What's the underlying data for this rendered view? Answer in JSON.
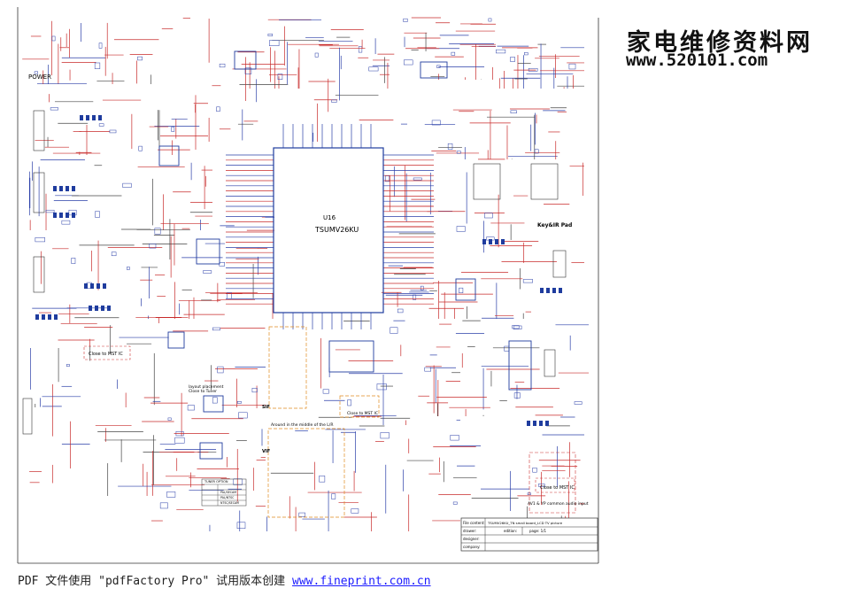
{
  "watermark": {
    "title": "家电维修资料网",
    "url": "www.520101.com"
  },
  "schematic": {
    "power_label": "POWER",
    "chip_ref": "U16",
    "chip_name": "TSUMV26KU",
    "keypad_label": "Key&IR Pad",
    "close_to_mst1": "Close to MST IC",
    "close_to_mst2": "Close to MST IC",
    "close_to_mst3": "Close to MST IC",
    "layout_note1": "layout placement",
    "layout_note2": "Close to Tuner",
    "sif_label": "SIF",
    "vif_label": "VIF",
    "around_note": "Around in the middle of the L/R",
    "audio_note": "AV1 & YP common audio input",
    "tuner_table": [
      "TUNER OPTION",
      "PAL/SECAM",
      "PAL/NTSC",
      "NTSC/SECAM"
    ],
    "title_block": {
      "file_content_label": "File content:",
      "file_content": "TSUMV26KU_TN small board_LCD TV picture",
      "drawer_label": "drawer:",
      "edition_label": "edition:",
      "page_label": "page: 1/1",
      "designer_label": "designer:",
      "company_label": "company:"
    }
  },
  "footer": {
    "text": "PDF 文件使用 \"pdfFactory Pro\" 试用版本创建 ",
    "link": "www.fineprint.com.cn"
  }
}
